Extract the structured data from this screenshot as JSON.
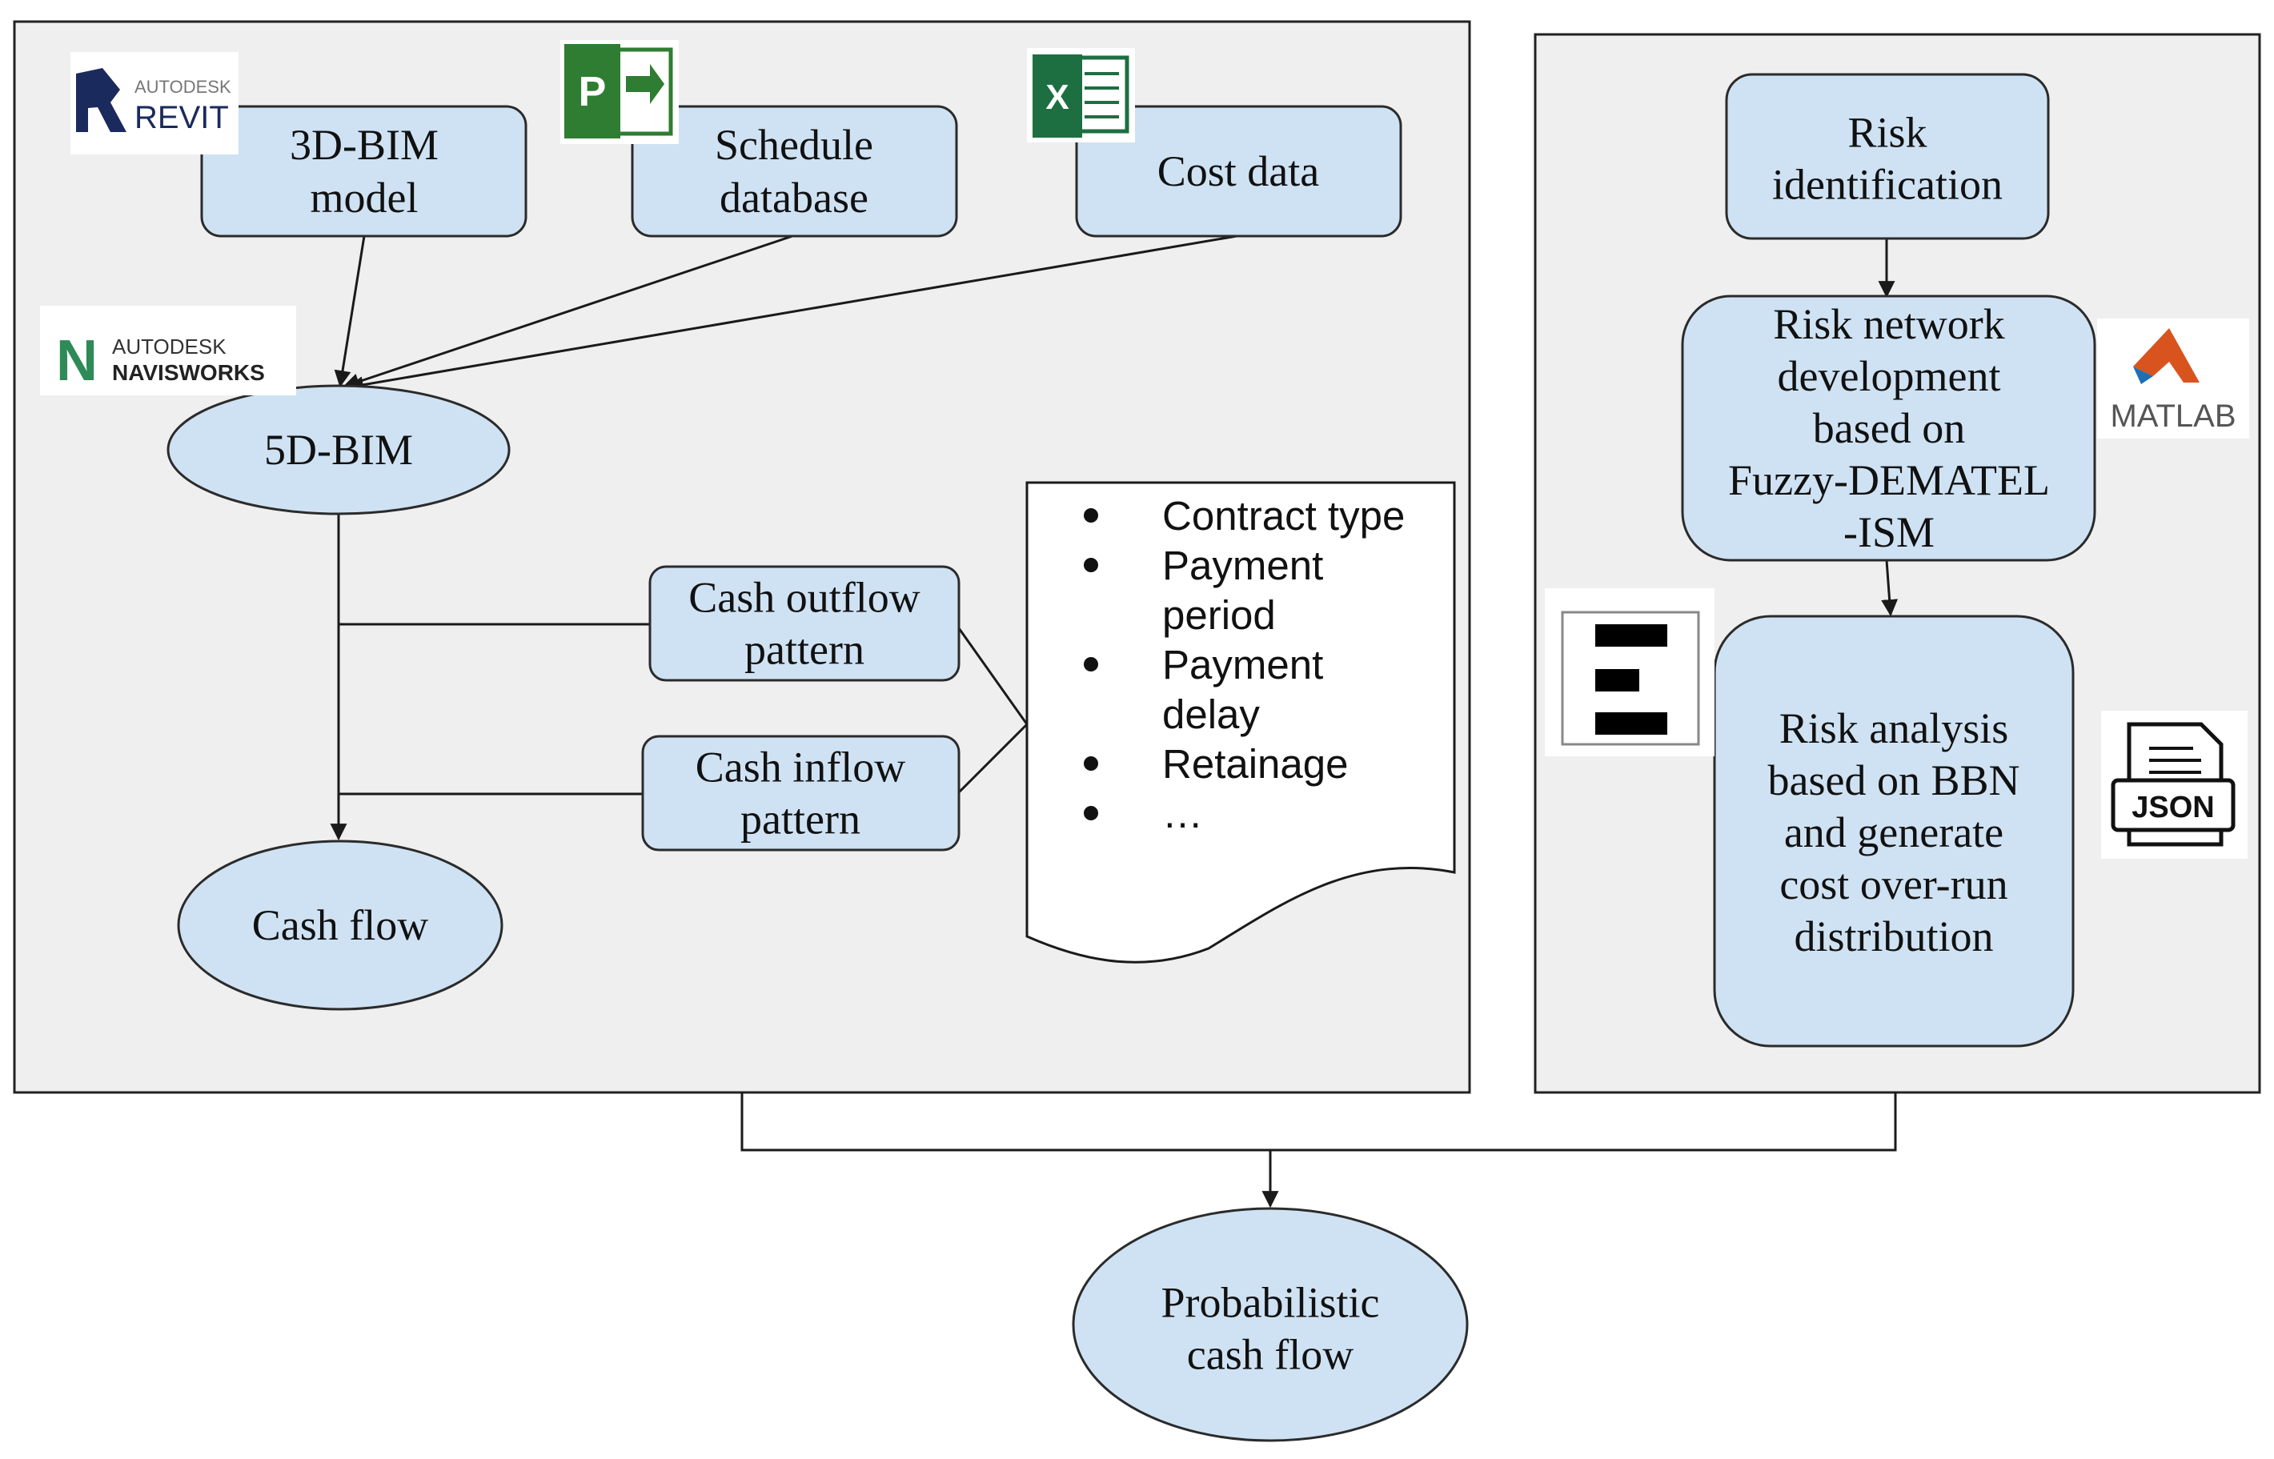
{
  "nodes": {
    "bim3d": [
      "3D-BIM",
      "model"
    ],
    "schedule": [
      "Schedule",
      "database"
    ],
    "cost": [
      "Cost data"
    ],
    "bim5d": [
      "5D-BIM"
    ],
    "outflow": [
      "Cash outflow",
      "pattern"
    ],
    "inflow": [
      "Cash inflow",
      "pattern"
    ],
    "cashflow": [
      "Cash flow"
    ],
    "risk_id": [
      "Risk",
      "identification"
    ],
    "risk_network": [
      "Risk network",
      "development",
      "based on",
      "Fuzzy-DEMATEL",
      "-ISM"
    ],
    "risk_analysis": [
      "Risk analysis",
      "based on BBN",
      "and generate",
      "cost over-run",
      "distribution"
    ],
    "probabilistic": [
      "Probabilistic",
      "cash flow"
    ]
  },
  "factors": [
    [
      "Contract type"
    ],
    [
      "Payment",
      "period"
    ],
    [
      "Payment",
      "delay"
    ],
    [
      "Retainage"
    ],
    [
      "…"
    ]
  ],
  "logos": {
    "revit": {
      "line1": "AUTODESK",
      "line2": "REVIT",
      "color": "#1b2a5c"
    },
    "navisworks": {
      "letter": "N",
      "line1": "AUTODESK",
      "line2": "NAVISWORKS",
      "color": "#2e8b57"
    },
    "project": {
      "letter": "P",
      "color": "#2f7d32"
    },
    "excel": {
      "letter": "X",
      "color": "#1d6f42"
    },
    "matlab": {
      "word": "MATLAB",
      "color": "#d9531e"
    },
    "json": {
      "word": "JSON"
    },
    "bar_icon": "bar-list-icon"
  },
  "colors": {
    "node_fill": "#cfe2f3",
    "panel_fill": "#efefef"
  }
}
